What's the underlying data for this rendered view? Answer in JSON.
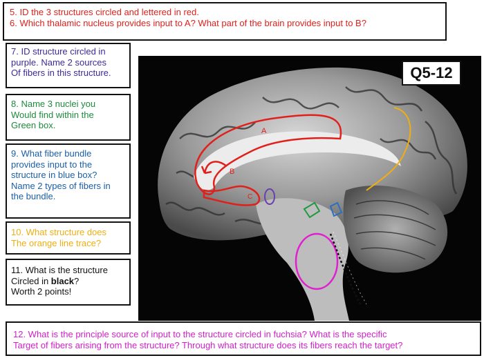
{
  "questions": {
    "q5_line1": "5. ID the 3 structures circled and lettered in red.",
    "q5_line2": "6. Which thalamic nucleus provides input to A? What part of the brain provides input to B?",
    "q7_lines": [
      "7. ID structure circled in",
      "purple. Name 2 sources",
      "Of fibers in this structure."
    ],
    "q8_lines": [
      "8. Name 3 nuclei you",
      "Would find within the",
      "Green box."
    ],
    "q9_lines": [
      "9. What fiber bundle",
      "provides input to the",
      "structure in blue box?",
      "Name 2 types of fibers in",
      "the bundle."
    ],
    "q10_lines": [
      "10. What structure does",
      "The orange line trace?"
    ],
    "q11_line1": "11. What is the structure",
    "q11_line2_pre": "Circled in ",
    "q11_line2_bold": "black",
    "q11_line2_post": "?",
    "q11_line3": "Worth 2 points!",
    "q12_line1": "12. What is the principle source of input to the structure circled in fuchsia? What is the specific",
    "q12_line2": "Target of fibers arising from the structure? Through what structure does its fibers reach the target?"
  },
  "figure": {
    "slide_tag": "Q5-12",
    "label_a": "A",
    "label_b": "B",
    "label_c": "C"
  },
  "colors": {
    "red": "#e0201b",
    "purple": "#6a3fb0",
    "green": "#1d9a3c",
    "blue": "#2a6fc0",
    "orange": "#f0ae10",
    "fuchsia": "#e020d0",
    "black": "#111111"
  }
}
